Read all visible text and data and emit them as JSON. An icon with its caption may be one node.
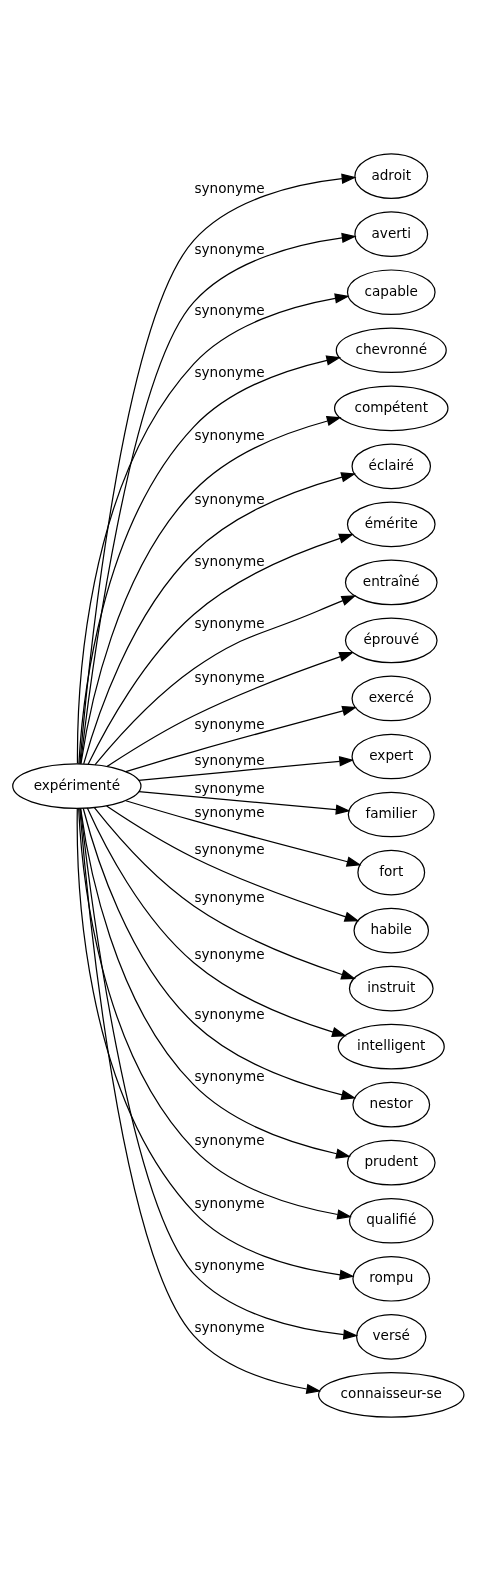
{
  "diagram": {
    "nodes": [
      {
        "text": [
          "expérimenté"
        ]
      },
      {
        "text": [
          "adroit"
        ]
      },
      {
        "text": [
          "averti"
        ]
      },
      {
        "text": [
          "capable"
        ]
      },
      {
        "text": [
          "chevronné"
        ]
      },
      {
        "text": [
          "compétent"
        ]
      },
      {
        "text": [
          "éclairé"
        ]
      },
      {
        "text": [
          "émérite"
        ]
      },
      {
        "text": [
          "entraîné"
        ]
      },
      {
        "text": [
          "éprouvé"
        ]
      },
      {
        "text": [
          "exercé"
        ]
      },
      {
        "text": [
          "expert"
        ]
      },
      {
        "text": [
          "familier"
        ]
      },
      {
        "text": [
          "fort"
        ]
      },
      {
        "text": [
          "habile"
        ]
      },
      {
        "text": [
          "instruit"
        ]
      },
      {
        "text": [
          "intelligent"
        ]
      },
      {
        "text": [
          "nestor"
        ]
      },
      {
        "text": [
          "prudent"
        ]
      },
      {
        "text": [
          "qualifié"
        ]
      },
      {
        "text": [
          "rompu"
        ]
      },
      {
        "text": [
          "versé"
        ]
      },
      {
        "text": [
          "connaisseur-se"
        ]
      }
    ],
    "edges": [
      {
        "from": 0,
        "to": 1,
        "arrow": "to",
        "label": "synonyme"
      },
      {
        "from": 0,
        "to": 2,
        "arrow": "to",
        "label": "synonyme"
      },
      {
        "from": 0,
        "to": 3,
        "arrow": "to",
        "label": "synonyme"
      },
      {
        "from": 0,
        "to": 4,
        "arrow": "to",
        "label": "synonyme"
      },
      {
        "from": 0,
        "to": 5,
        "arrow": "to",
        "label": "synonyme"
      },
      {
        "from": 0,
        "to": 6,
        "arrow": "to",
        "label": "synonyme"
      },
      {
        "from": 0,
        "to": 7,
        "arrow": "to",
        "label": "synonyme"
      },
      {
        "from": 0,
        "to": 8,
        "arrow": "to",
        "label": "synonyme"
      },
      {
        "from": 0,
        "to": 9,
        "arrow": "to",
        "label": "synonyme"
      },
      {
        "from": 0,
        "to": 10,
        "arrow": "to",
        "label": "synonyme"
      },
      {
        "from": 0,
        "to": 11,
        "arrow": "to",
        "label": "synonyme"
      },
      {
        "from": 0,
        "to": 12,
        "arrow": "to",
        "label": "synonyme"
      },
      {
        "from": 0,
        "to": 13,
        "arrow": "to",
        "label": "synonyme"
      },
      {
        "from": 0,
        "to": 14,
        "arrow": "to",
        "label": "synonyme"
      },
      {
        "from": 0,
        "to": 15,
        "arrow": "to",
        "label": "synonyme"
      },
      {
        "from": 0,
        "to": 16,
        "arrow": "to",
        "label": "synonyme"
      },
      {
        "from": 0,
        "to": 17,
        "arrow": "to",
        "label": "synonyme"
      },
      {
        "from": 0,
        "to": 18,
        "arrow": "to",
        "label": "synonyme"
      },
      {
        "from": 0,
        "to": 19,
        "arrow": "to",
        "label": "synonyme"
      },
      {
        "from": 0,
        "to": 20,
        "arrow": "to",
        "label": "synonyme"
      },
      {
        "from": 0,
        "to": 21,
        "arrow": "to",
        "label": "synonyme"
      },
      {
        "from": 0,
        "to": 22,
        "arrow": "to",
        "label": "synonyme"
      }
    ]
  }
}
